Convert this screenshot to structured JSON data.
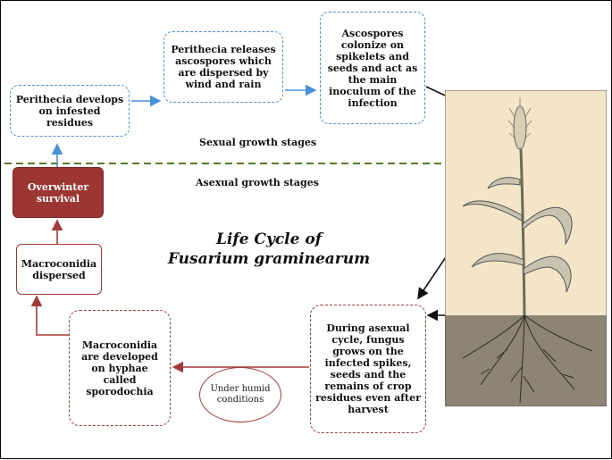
{
  "title": [
    "Life Cycle of",
    "Fusarium graminearum"
  ],
  "stage_labels": {
    "sexual": "Sexual growth stages",
    "asexual": "Asexual growth stages"
  },
  "boxes": {
    "perithecia_develops": "Perithecia develops on infested residues",
    "perithecia_releases": "Perithecia releases ascospores which are dispersed by wind and rain",
    "ascospores_colonize": "Ascospores colonize on spikelets and seeds and act as the main inoculum of the infection",
    "overwinter": "Overwinter survival",
    "macroconidia_dispersed": "Macroconidia dispersed",
    "macroconidia_developed": "Macroconidia are developed on hyphae called sporodochia",
    "asexual_cycle": "During asexual cycle, fungus grows on the infected spikes, seeds and the remains of crop residues even after harvest"
  },
  "humid_conditions": "Under humid conditions",
  "colors": {
    "sexual_accent": "#4a90d9",
    "asexual_accent": "#a33a3a",
    "overwinter_fill": "#9c3632",
    "divider": "#5a7a2a",
    "plant_sky": "#f3e6c8",
    "soil": "#8d8474"
  }
}
